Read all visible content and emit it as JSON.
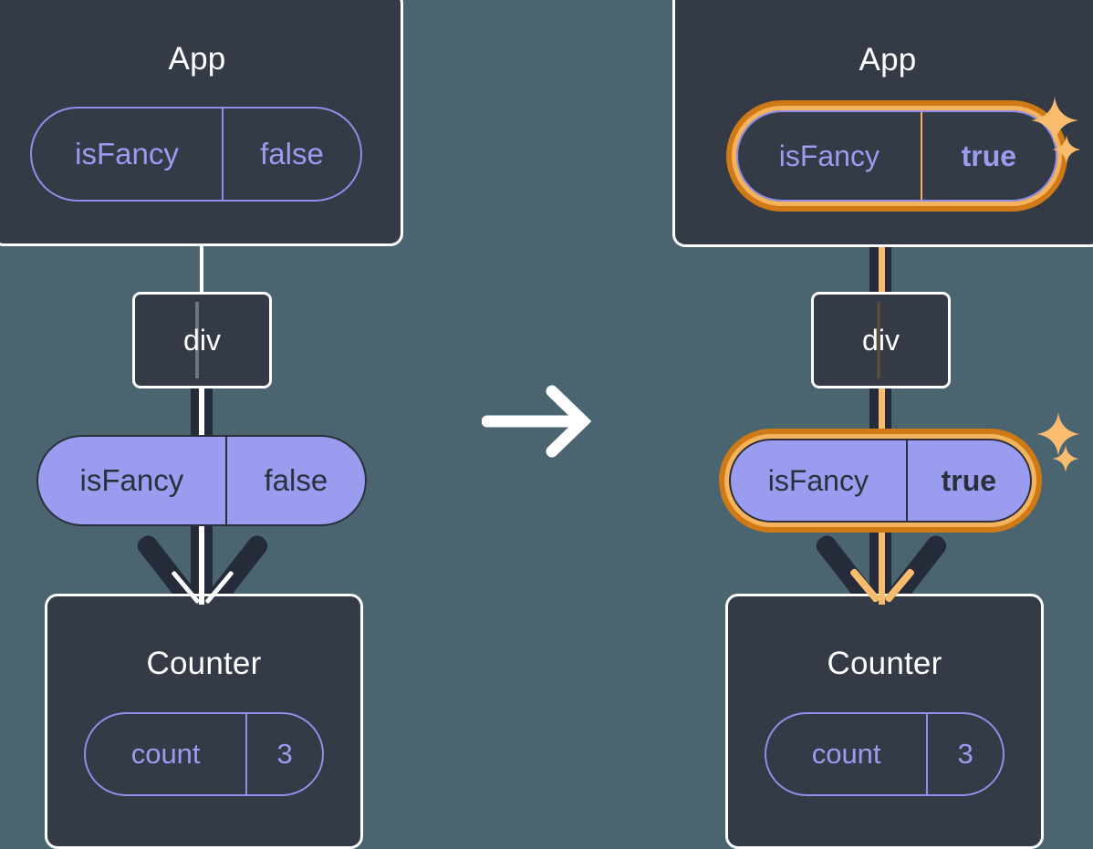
{
  "diagram": {
    "title": "React state update flow diagram",
    "background_color": "#4a6570",
    "panels": [
      {
        "id": "before",
        "app": {
          "label": "App",
          "state_pill": {
            "key": "isFancy",
            "value": "false",
            "style": "outline",
            "highlighted": false
          }
        },
        "div": {
          "label": "div"
        },
        "prop_pill": {
          "key": "isFancy",
          "value": "false",
          "style": "filled",
          "highlighted": false
        },
        "counter": {
          "label": "Counter",
          "state_pill": {
            "key": "count",
            "value": "3",
            "style": "outline",
            "highlighted": false
          }
        },
        "connector_color": "#ffffff",
        "sparkles": 0
      },
      {
        "id": "after",
        "app": {
          "label": "App",
          "state_pill": {
            "key": "isFancy",
            "value": "true",
            "style": "outline",
            "highlighted": true
          }
        },
        "div": {
          "label": "div"
        },
        "prop_pill": {
          "key": "isFancy",
          "value": "true",
          "style": "filled",
          "highlighted": true
        },
        "counter": {
          "label": "Counter",
          "state_pill": {
            "key": "count",
            "value": "3",
            "style": "outline",
            "highlighted": false
          }
        },
        "connector_color": "#f9bb6e",
        "sparkles": 2
      }
    ],
    "transition": {
      "icon": "arrow-right-icon",
      "color": "#ffffff"
    },
    "colors": {
      "background": "#4a6570",
      "box_fill": "#343a46",
      "box_border": "#ffffff",
      "pill_outline": "#8f8fe8",
      "pill_outline_text": "#9a9cf0",
      "pill_filled": "#9a9cf0",
      "pill_filled_text": "#2b303b",
      "highlight_outer": "#cf7a16",
      "highlight_inner": "#f5b45c",
      "connector_dark": "#252b38",
      "connector_highlight": "#f9bb6e",
      "sparkle": "#f9bb6e"
    }
  }
}
